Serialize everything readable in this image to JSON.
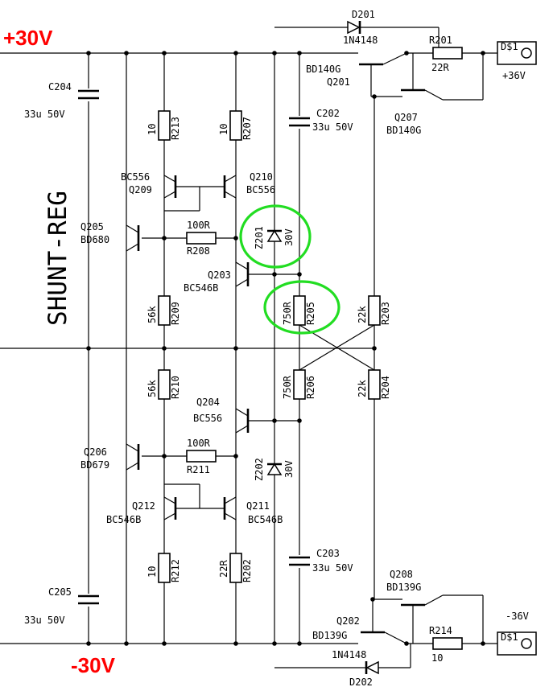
{
  "rails": {
    "positive": "+30V",
    "negative": "-30V"
  },
  "title": "SHUNT-REG",
  "ports": {
    "top": {
      "pin": "D$1",
      "label": "+36V"
    },
    "bottom": {
      "pin": "D$1",
      "label": "-36V"
    }
  },
  "capacitors": [
    {
      "ref": "C204",
      "value": "33u 50V"
    },
    {
      "ref": "C202",
      "value": "33u 50V"
    },
    {
      "ref": "C205",
      "value": "33u 50V"
    },
    {
      "ref": "C203",
      "value": "33u 50V"
    }
  ],
  "resistors": [
    {
      "ref": "R213",
      "value": "10"
    },
    {
      "ref": "R207",
      "value": "10"
    },
    {
      "ref": "R208",
      "value": "100R"
    },
    {
      "ref": "R209",
      "value": "56k"
    },
    {
      "ref": "R205",
      "value": "750R"
    },
    {
      "ref": "R203",
      "value": "22k"
    },
    {
      "ref": "R201",
      "value": "22R"
    },
    {
      "ref": "R210",
      "value": "56k"
    },
    {
      "ref": "R206",
      "value": "750R"
    },
    {
      "ref": "R204",
      "value": "22k"
    },
    {
      "ref": "R211",
      "value": "100R"
    },
    {
      "ref": "R214",
      "value": "10"
    },
    {
      "ref": "R212",
      "value": "10"
    },
    {
      "ref": "R202",
      "value": "22R"
    }
  ],
  "transistors": [
    {
      "ref": "Q209",
      "type": "BC556"
    },
    {
      "ref": "Q210",
      "type": "BC556"
    },
    {
      "ref": "Q205",
      "type": "BD680"
    },
    {
      "ref": "Q203",
      "type": "BC546B"
    },
    {
      "ref": "Q201",
      "type": "BD140G"
    },
    {
      "ref": "Q207",
      "type": "BD140G"
    },
    {
      "ref": "Q204",
      "type": "BC556"
    },
    {
      "ref": "Q206",
      "type": "BD679"
    },
    {
      "ref": "Q212",
      "type": "BC546B"
    },
    {
      "ref": "Q211",
      "type": "BC546B"
    },
    {
      "ref": "Q208",
      "type": "BD139G"
    },
    {
      "ref": "Q202",
      "type": "BD139G"
    }
  ],
  "diodes": [
    {
      "ref": "D201",
      "type": "1N4148"
    },
    {
      "ref": "D202",
      "type": "1N4148"
    }
  ],
  "zeners": [
    {
      "ref": "Z201",
      "value": "30V"
    },
    {
      "ref": "Z202",
      "value": "30V"
    }
  ],
  "highlight_color": "#22dd22",
  "rail_label_color": "#ff0000"
}
